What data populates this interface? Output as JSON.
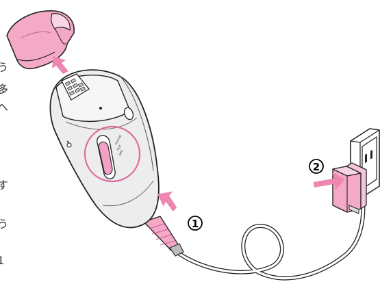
{
  "steps": [
    {
      "number": "1",
      "symbol": "①"
    },
    {
      "number": "2",
      "symbol": "②"
    }
  ],
  "switch_labels": [
    "normal",
    "fast",
    "OFF"
  ],
  "side_fragments": [
    "う",
    "多",
    "へ",
    "す",
    "う",
    "1"
  ],
  "colors": {
    "accent": "#f2a0c4",
    "accent_dark": "#e06aa0",
    "arrow": "#ee86b1",
    "body": "#ececec",
    "outline": "#222222"
  },
  "icons": [
    "attachment-cap-icon",
    "epilator-icon",
    "ac-adapter-icon",
    "wall-outlet-icon",
    "arrow-icon"
  ]
}
